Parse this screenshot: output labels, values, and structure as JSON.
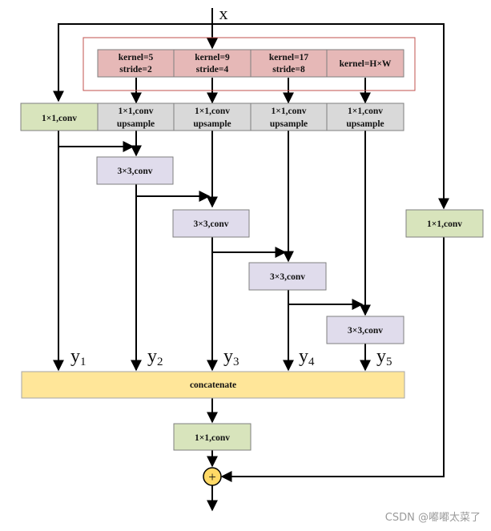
{
  "input_label": "x",
  "pool": [
    {
      "kernel": "kernel=5",
      "stride": "stride=2"
    },
    {
      "kernel": "kernel=9",
      "stride": "stride=4"
    },
    {
      "kernel": "kernel=17",
      "stride": "stride=8"
    },
    {
      "kernel": "kernel=H×W",
      "stride": ""
    }
  ],
  "first_conv": "1×1,conv",
  "up_conv": {
    "line1": "1×1,conv",
    "line2": "upsample"
  },
  "conv3": "3×3,conv",
  "side_conv": "1×1,conv",
  "outputs": [
    {
      "main": "y",
      "sub": "1"
    },
    {
      "main": "y",
      "sub": "2"
    },
    {
      "main": "y",
      "sub": "3"
    },
    {
      "main": "y",
      "sub": "4"
    },
    {
      "main": "y",
      "sub": "5"
    }
  ],
  "concat": "concatenate",
  "final_conv": "1×1,conv",
  "add_symbol": "+",
  "watermark": "CSDN @嘟嘟太菜了",
  "colors": {
    "pool_fill": "#e6b8b7",
    "red_frame": "#c0504d",
    "green_fill": "#d8e4bc",
    "gray_fill": "#d9d9d9",
    "purple_fill": "#e0dcec",
    "concat_fill": "#ffe699",
    "adder_fill": "#ffd966",
    "line": "#000000"
  }
}
